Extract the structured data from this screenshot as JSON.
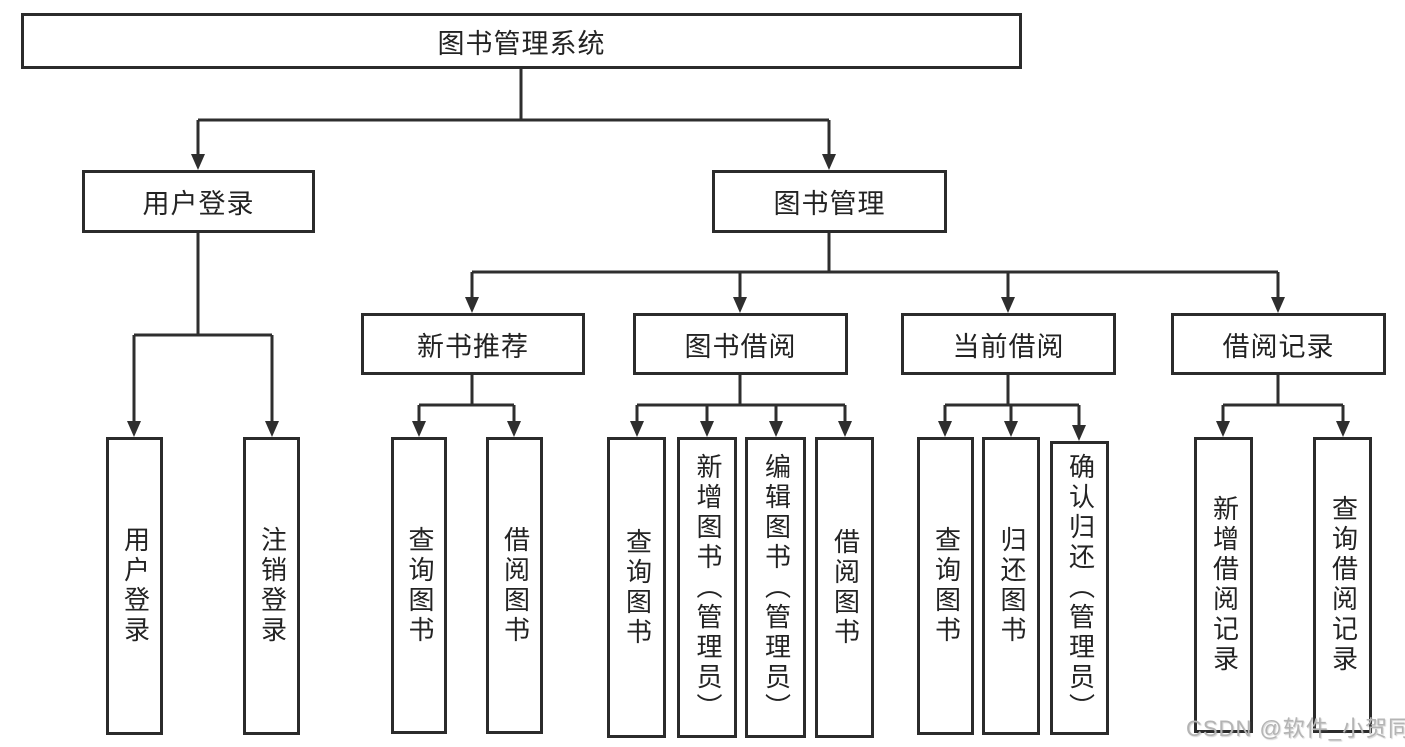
{
  "diagram": {
    "root": "图书管理系统",
    "level2": {
      "user_login": "用户登录",
      "book_management": "图书管理"
    },
    "level3": {
      "new_book": "新书推荐",
      "borrow": "图书借阅",
      "current": "当前借阅",
      "records": "借阅记录"
    },
    "leaves": {
      "user_login": [
        "用户登录",
        "注销登录"
      ],
      "new_book": [
        "查询图书",
        "借阅图书"
      ],
      "borrow": [
        "查询图书",
        "新增图书（管理员）",
        "编辑图书（管理员）",
        "借阅图书"
      ],
      "current": [
        "查询图书",
        "归还图书",
        "确认归还（管理员）"
      ],
      "records": [
        "新增借阅记录",
        "查询借阅记录"
      ]
    }
  },
  "watermark": {
    "text": "CSDN @软件_小贺同学"
  },
  "colors": {
    "box_border": "#2b2b2b",
    "connector_line": "#2e2e2e",
    "text": "#232323",
    "watermark_text": "#b4b4b4",
    "background": "#ffffff"
  }
}
